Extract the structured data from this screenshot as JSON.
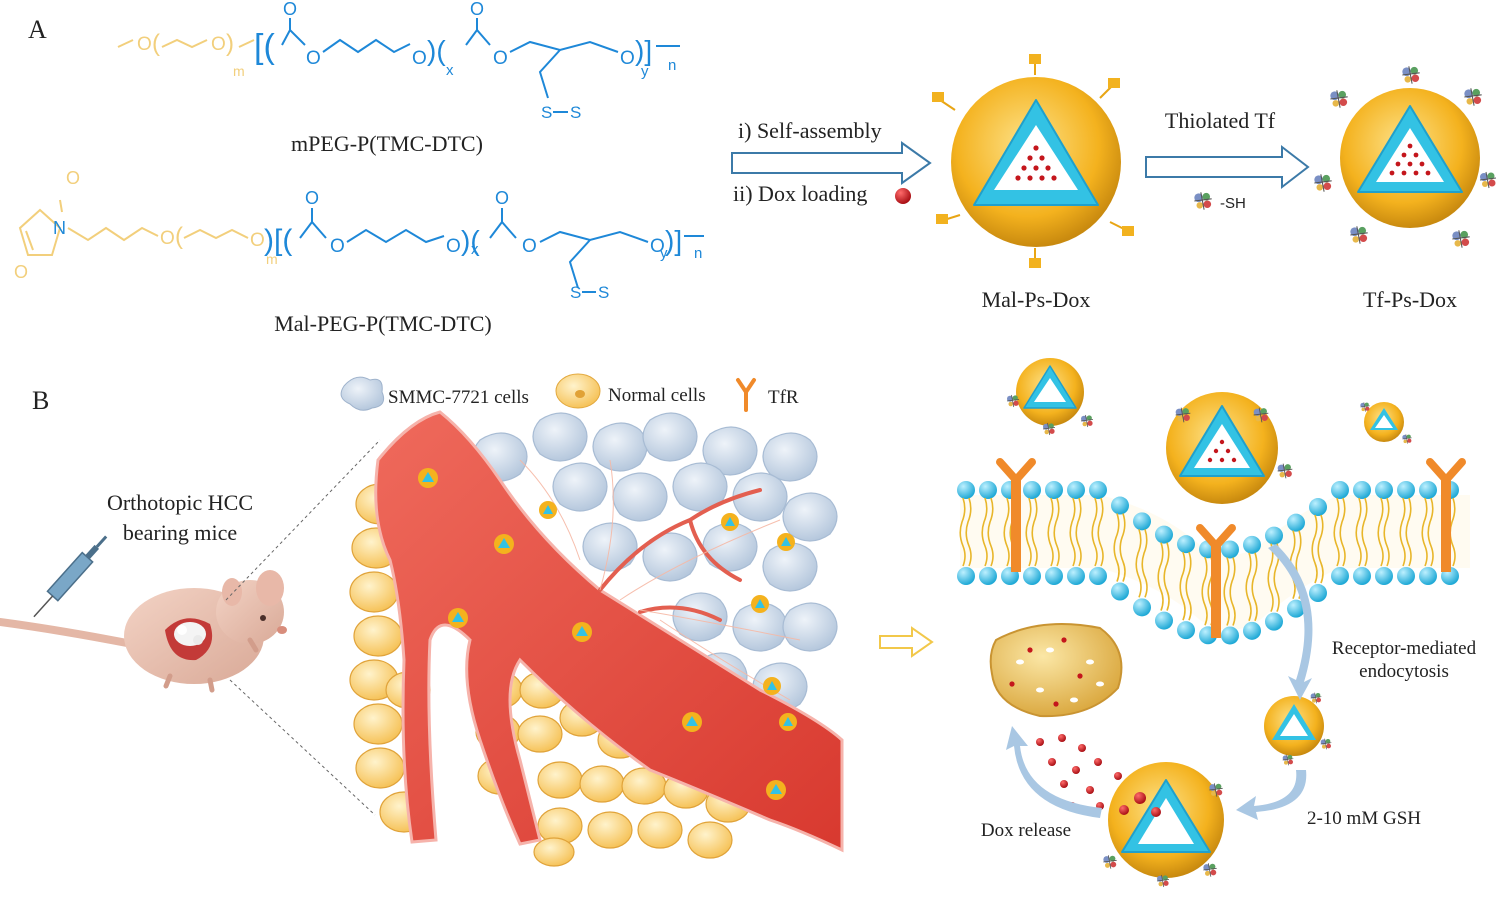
{
  "panels": {
    "a": "A",
    "b": "B"
  },
  "chem": {
    "peg_sub": "m",
    "x_sub": "x",
    "y_sub": "y",
    "n_sub": "n",
    "atom_O": "O",
    "atom_S": "S",
    "atom_N": "N",
    "polymer1": "mPEG-P(TMC-DTC)",
    "polymer2": "Mal-PEG-P(TMC-DTC)"
  },
  "steps": {
    "self_assembly": "i) Self-assembly",
    "dox_loading": "ii) Dox loading",
    "thiolated_tf": "Thiolated Tf",
    "sh": "-SH"
  },
  "particles": {
    "mal_ps_dox": "Mal-Ps-Dox",
    "tf_ps_dox": "Tf-Ps-Dox"
  },
  "legend": {
    "smmc": "SMMC-7721 cells",
    "normal": "Normal cells",
    "tfr": "TfR"
  },
  "mouse": {
    "line1": "Orthotopic HCC",
    "line2": "bearing mice"
  },
  "process": {
    "endo1": "Receptor-mediated",
    "endo2": "endocytosis",
    "gsh": "2-10 mM GSH",
    "dox_release": "Dox release"
  },
  "colors": {
    "peg": "#f2cf7c",
    "polymer": "#1e88d8",
    "shell": "#f4b21e",
    "core": "#33c2e4",
    "dox": "#c4161c",
    "vessel": "#e0473e",
    "tumor_cell": "#cfdbea",
    "normal_cell": "#f9d27a",
    "receptor": "#f08a2a",
    "arrow": "#3c7aa8"
  }
}
